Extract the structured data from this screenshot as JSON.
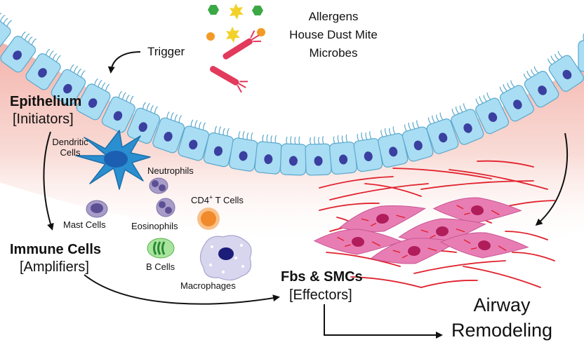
{
  "triggers": {
    "label": "Trigger",
    "items": [
      "Allergens",
      "House Dust Mite",
      "Microbes"
    ]
  },
  "epithelium": {
    "title": "Epithelium",
    "role": "[Initiators]"
  },
  "immune": {
    "title": "Immune Cells",
    "role": "[Amplifiers]",
    "dendritic": "Dendritic Cells",
    "neutrophils": "Neutrophils",
    "mast": "Mast Cells",
    "eosinophils": "Eosinophils",
    "cd4_prefix": "CD4",
    "cd4_sup": "+",
    "cd4_suffix": " T Cells",
    "bcells": "B Cells",
    "macrophages": "Macrophages"
  },
  "effectors": {
    "title": "Fbs & SMCs",
    "role": "[Effectors]"
  },
  "outcome": {
    "line1": "Airway",
    "line2": "Remodeling"
  },
  "colors": {
    "tissue_pink": "#f3b3ab",
    "epithelial_cell": "#a9ddf3",
    "nucleus": "#3a3fa0",
    "dendritic": "#2a8fd0",
    "granulocyte": "#8d7fb8",
    "tcell": "#f08a2a",
    "bcell": "#69c45a",
    "macrophage": "#d8d6ee",
    "fibroblast": "#e87db4",
    "fiber": "#e0222d"
  }
}
